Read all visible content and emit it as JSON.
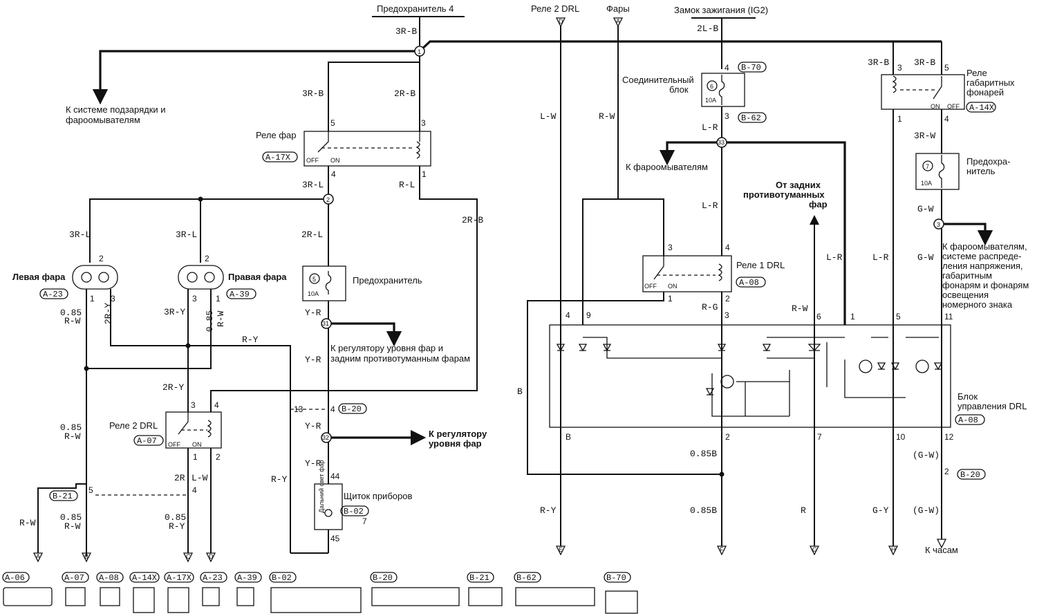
{
  "top_labels": {
    "fuse4": "Предохранитель 4",
    "drl_relay2": "Реле 2 DRL",
    "headlamps": "Фары",
    "ignition": "Замок зажигания (IG2)"
  },
  "wires": {
    "w3rb_top": "3R-B",
    "w3rb_left": "3R-B",
    "w2rb_1": "2R-B",
    "w3rl_relay": "3R-L",
    "w2rl": "2R-L",
    "wrl": "R-L",
    "w2rb_2": "2R-B",
    "w3rl_a": "3R-L",
    "w3rl_b": "3R-L",
    "w085rw_a": "0.85",
    "w085rw_a2": "R-W",
    "w2ry": "2R-Y",
    "w3ry": "3R-Y",
    "w085rw_b": "0.85",
    "w085rw_b2": "R-W",
    "wyr_1": "Y-R",
    "wyr_2": "Y-R",
    "wry_h": "R-Y",
    "w2ry_b": "2R-Y",
    "w085rw_c": "0.85",
    "w085rw_c2": "R-W",
    "w2r": "2R",
    "wlw_b": "L-W",
    "w085ry": "0.85",
    "w085ry2": "R-Y",
    "wrw_a": "R-W",
    "w085rw_d": "0.85",
    "w085rw_d2": "R-W",
    "wry_v": "R-Y",
    "wyr_3": "Y-R",
    "wyr_4": "Y-R",
    "wlw": "L-W",
    "wrw": "R-W",
    "w2lb": "2L-B",
    "wlr_1": "L-R",
    "wlr_2": "L-R",
    "wrg": "R-G",
    "wb": "B",
    "w085b_1": "0.85B",
    "w085b_2": "0.85B",
    "wry_e": "R-Y",
    "wrw_mid": "R-W",
    "wlr_3": "L-R",
    "wlr_4": "L-R",
    "w3rb_r1": "3R-B",
    "w3rb_r2": "3R-B",
    "w3rw": "3R-W",
    "wgw": "G-W",
    "wgw_2": "G-W",
    "wgw_p1": "(G-W)",
    "wgw_p2": "(G-W)",
    "wr": "R",
    "wgy": "G-Y"
  },
  "components": {
    "headlamp_relay": "Реле фар",
    "headlamp_relay_code": "A-17X",
    "fuse5_num": "5",
    "fuse5_label": "Предохранитель",
    "fuse5_rating": "10A",
    "left_headlamp": "Левая фара",
    "left_headlamp_code": "A-23",
    "right_headlamp": "Правая фара",
    "right_headlamp_code": "A-39",
    "drl_relay2": "Реле 2 DRL",
    "drl_relay2_code": "A-07",
    "cluster": "Щиток приборов",
    "cluster_code": "B-02",
    "cluster_inner": "Дальний свет фар",
    "joint_block": "Соединительный блок",
    "fuse6_num": "6",
    "fuse6_rating": "10A",
    "drl_relay1": "Реле 1 DRL",
    "drl_relay1_code": "A-08",
    "drl_unit": "Блок управления DRL",
    "drl_unit_code": "A-08",
    "taillight_relay": "Реле габаритных фонарей",
    "taillight_relay_code": "A-14X",
    "fuse7_num": "7",
    "fuse7_label": "Предохранитель",
    "fuse7_rating": "10A",
    "b70": "B-70",
    "b62": "B-62",
    "b20": "B-20",
    "b20b": "B-20",
    "b21": "B-21"
  },
  "notes": {
    "charging": "К системе подзарядки и фароомывателям",
    "washers": "К фароомывателям",
    "rear_fog_from": "От задних противотуманных фар",
    "leveling_rear_fog": "К регулятору уровня фар и задним противотуманным фарам",
    "leveling": "К регулятору уровня фар",
    "washers_long": "К фароомывателям, системе распределения напряжения, габаритным фонарям и фонарям освещения номерного знака",
    "clock": "К часам"
  },
  "relay_states": {
    "off": "OFF",
    "on": "ON"
  },
  "terminals": [
    "A",
    "B",
    "C",
    "D",
    "E",
    "F",
    "G",
    "H"
  ],
  "connectors": [
    "A-06",
    "A-07",
    "A-08",
    "A-14X",
    "A-17X",
    "A-23",
    "A-39",
    "B-02",
    "B-20",
    "B-21",
    "B-62",
    "B-70"
  ]
}
